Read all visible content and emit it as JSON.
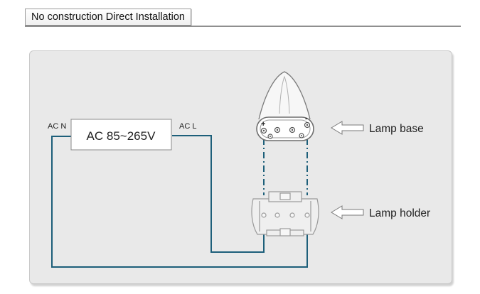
{
  "header": {
    "title": "No construction Direct Installation"
  },
  "diagram": {
    "driver_label": "AC 85~265V",
    "ac_n_label": "AC N",
    "ac_l_label": "AC L",
    "lamp_base_label": "Lamp base",
    "lamp_holder_label": "Lamp holder",
    "plus_sign": "+",
    "minus_sign": "-"
  },
  "colors": {
    "wire": "#1d5f7a",
    "panel": "#e9e9e9",
    "component_stroke": "#777777"
  }
}
